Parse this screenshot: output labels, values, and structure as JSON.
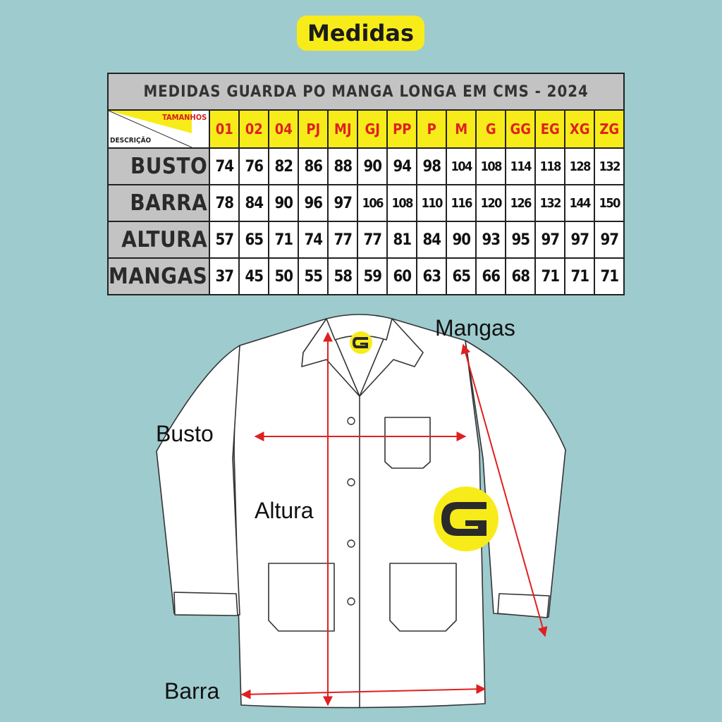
{
  "title": "Medidas",
  "table": {
    "caption": "MEDIDAS GUARDA PO MANGA LONGA EM CMS - 2024",
    "corner_top": "TAMANHOS",
    "corner_bottom": "DESCRIÇÃO",
    "sizes": [
      "01",
      "02",
      "04",
      "PJ",
      "MJ",
      "GJ",
      "PP",
      "P",
      "M",
      "G",
      "GG",
      "EG",
      "XG",
      "ZG"
    ],
    "rows": [
      {
        "label": "BUSTO",
        "values": [
          "74",
          "76",
          "82",
          "86",
          "88",
          "90",
          "94",
          "98",
          "104",
          "108",
          "114",
          "118",
          "128",
          "132"
        ]
      },
      {
        "label": "BARRA",
        "values": [
          "78",
          "84",
          "90",
          "96",
          "97",
          "106",
          "108",
          "110",
          "116",
          "120",
          "126",
          "132",
          "144",
          "150"
        ]
      },
      {
        "label": "ALTURA",
        "values": [
          "57",
          "65",
          "71",
          "74",
          "77",
          "77",
          "81",
          "84",
          "90",
          "93",
          "95",
          "97",
          "97",
          "97"
        ]
      },
      {
        "label": "MANGAS",
        "values": [
          "37",
          "45",
          "50",
          "55",
          "58",
          "59",
          "60",
          "63",
          "65",
          "66",
          "68",
          "71",
          "71",
          "71"
        ]
      }
    ]
  },
  "diagram": {
    "mangas_label": "Mangas",
    "busto_label": "Busto",
    "altura_label": "Altura",
    "barra_label": "Barra",
    "logo_icon": "cg-logo-icon",
    "colors": {
      "accent": "#f7ec1a",
      "arrow": "#e02020",
      "background": "#9ecbce"
    }
  }
}
